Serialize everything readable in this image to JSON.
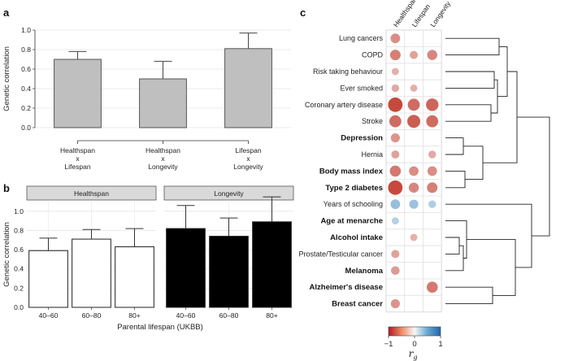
{
  "panels": {
    "a": "a",
    "b": "b",
    "c": "c"
  },
  "panel_a": {
    "ylabel": "Genetic correlation",
    "yticks": [
      "0.0",
      "0.2",
      "0.4",
      "0.6",
      "0.8",
      "1.0"
    ],
    "ylim": [
      0,
      1.0
    ],
    "categories": [
      [
        "Healthspan",
        "x",
        "Lifespan"
      ],
      [
        "Healthspan",
        "x",
        "Longevity"
      ],
      [
        "Lifespan",
        "x",
        "Longevity"
      ]
    ],
    "colors": {
      "bar": "#bfbfbf"
    }
  },
  "panel_b": {
    "ylabel": "Genetic correlation",
    "xlabel": "Parental lifespan (UKBB)",
    "facets": [
      "Healthspan",
      "Longevity"
    ],
    "categories": [
      "40–60",
      "60–80",
      "80+"
    ],
    "yticks": [
      "0.0",
      "0.2",
      "0.4",
      "0.6",
      "0.8",
      "1.0"
    ],
    "ylim": [
      0,
      1.1
    ],
    "colors": {
      "healthspan": "#ffffff",
      "longevity": "#000000"
    }
  },
  "panel_c": {
    "columns": [
      "Healthspan",
      "Lifespan",
      "Longevity"
    ],
    "colorbar": {
      "ticks": [
        "−1",
        "0",
        "1"
      ],
      "label": "r",
      "label_sub": "g"
    },
    "colors": {
      "neg_strong": "#b2182b",
      "neg_weak": "#f4c6a8",
      "pos": "#6aaed6"
    },
    "rows": [
      {
        "label": "Lung cancers",
        "bold": false
      },
      {
        "label": "COPD",
        "bold": false
      },
      {
        "label": "Risk taking behaviour",
        "bold": false
      },
      {
        "label": "Ever smoked",
        "bold": false
      },
      {
        "label": "Coronary artery disease",
        "bold": false
      },
      {
        "label": "Stroke",
        "bold": false
      },
      {
        "label": "Depression",
        "bold": true
      },
      {
        "label": "Hernia",
        "bold": false
      },
      {
        "label": "Body mass index",
        "bold": true
      },
      {
        "label": "Type 2 diabetes",
        "bold": true
      },
      {
        "label": "Years of schooling",
        "bold": false
      },
      {
        "label": "Age at menarche",
        "bold": true
      },
      {
        "label": "Alcohol intake",
        "bold": true
      },
      {
        "label": "Prostate/Testicular cancer",
        "bold": false
      },
      {
        "label": "Melanoma",
        "bold": true
      },
      {
        "label": "Alzheimer's disease",
        "bold": true
      },
      {
        "label": "Breast cancer",
        "bold": true
      }
    ]
  },
  "chart_data": [
    {
      "type": "bar",
      "panel": "a",
      "categories": [
        "Healthspan x Lifespan",
        "Healthspan x Longevity",
        "Lifespan x Longevity"
      ],
      "values": [
        0.7,
        0.5,
        0.81
      ],
      "error_upper": [
        0.78,
        0.68,
        0.97
      ],
      "ylabel": "Genetic correlation",
      "ylim": [
        0,
        1.0
      ],
      "grid": true
    },
    {
      "type": "bar",
      "panel": "b",
      "categories": [
        "40–60",
        "60–80",
        "80+"
      ],
      "series": [
        {
          "name": "Healthspan",
          "values": [
            0.59,
            0.71,
            0.63
          ],
          "error_upper": [
            0.72,
            0.81,
            0.82
          ]
        },
        {
          "name": "Longevity",
          "values": [
            0.82,
            0.74,
            0.89
          ],
          "error_upper": [
            1.06,
            0.93,
            1.15
          ]
        }
      ],
      "xlabel": "Parental lifespan (UKBB)",
      "ylabel": "Genetic correlation",
      "ylim": [
        0,
        1.1
      ],
      "grid": true
    },
    {
      "type": "heatmap",
      "panel": "c",
      "columns": [
        "Healthspan",
        "Lifespan",
        "Longevity"
      ],
      "rows": [
        "Lung cancers",
        "COPD",
        "Risk taking behaviour",
        "Ever smoked",
        "Coronary artery disease",
        "Stroke",
        "Depression",
        "Hernia",
        "Body mass index",
        "Type 2 diabetes",
        "Years of schooling",
        "Age at menarche",
        "Alcohol intake",
        "Prostate/Testicular cancer",
        "Melanoma",
        "Alzheimer's disease",
        "Breast cancer"
      ],
      "values": [
        [
          -0.45,
          null,
          null
        ],
        [
          -0.55,
          -0.3,
          -0.5
        ],
        [
          -0.2,
          null,
          null
        ],
        [
          -0.25,
          -0.2,
          null
        ],
        [
          -0.95,
          -0.7,
          -0.75
        ],
        [
          -0.7,
          -0.8,
          -0.7
        ],
        [
          -0.4,
          null,
          null
        ],
        [
          -0.3,
          null,
          -0.25
        ],
        [
          -0.6,
          -0.45,
          -0.45
        ],
        [
          -0.95,
          -0.5,
          -0.55
        ],
        [
          0.45,
          0.4,
          0.25
        ],
        [
          0.2,
          null,
          null
        ],
        [
          null,
          -0.2,
          null
        ],
        [
          -0.3,
          null,
          null
        ],
        [
          -0.35,
          null,
          null
        ],
        [
          null,
          null,
          -0.6
        ],
        [
          -0.4,
          null,
          null
        ]
      ],
      "colorbar_range": [
        -1,
        1
      ],
      "colorbar_label": "r_g"
    }
  ]
}
